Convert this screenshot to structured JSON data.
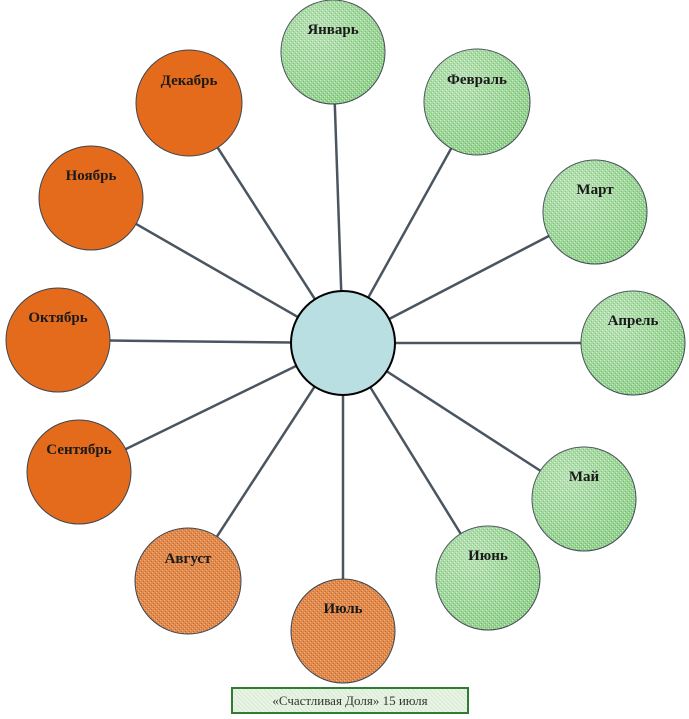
{
  "diagram": {
    "colors": {
      "spoke": "#4a5560",
      "hub_fill": "#b9dfe3",
      "hub_stroke": "#000000",
      "winter_autumn_fill": "#e56b1c",
      "summer_late_fill": "#e08a4e",
      "spring_summer_fill": "#8fd08a",
      "node_stroke": "#3c4650"
    },
    "months": [
      {
        "label": "Январь",
        "color": "green"
      },
      {
        "label": "Февраль",
        "color": "green"
      },
      {
        "label": "Март",
        "color": "green"
      },
      {
        "label": "Апрель",
        "color": "green"
      },
      {
        "label": "Май",
        "color": "green"
      },
      {
        "label": "Июнь",
        "color": "green"
      },
      {
        "label": "Июль",
        "color": "light-orange"
      },
      {
        "label": "Август",
        "color": "light-orange"
      },
      {
        "label": "Сентябрь",
        "color": "orange"
      },
      {
        "label": "Октябрь",
        "color": "orange"
      },
      {
        "label": "Ноябрь",
        "color": "orange"
      },
      {
        "label": "Декабрь",
        "color": "orange"
      }
    ]
  },
  "caption": "«Счастливая Доля» 15 июля"
}
